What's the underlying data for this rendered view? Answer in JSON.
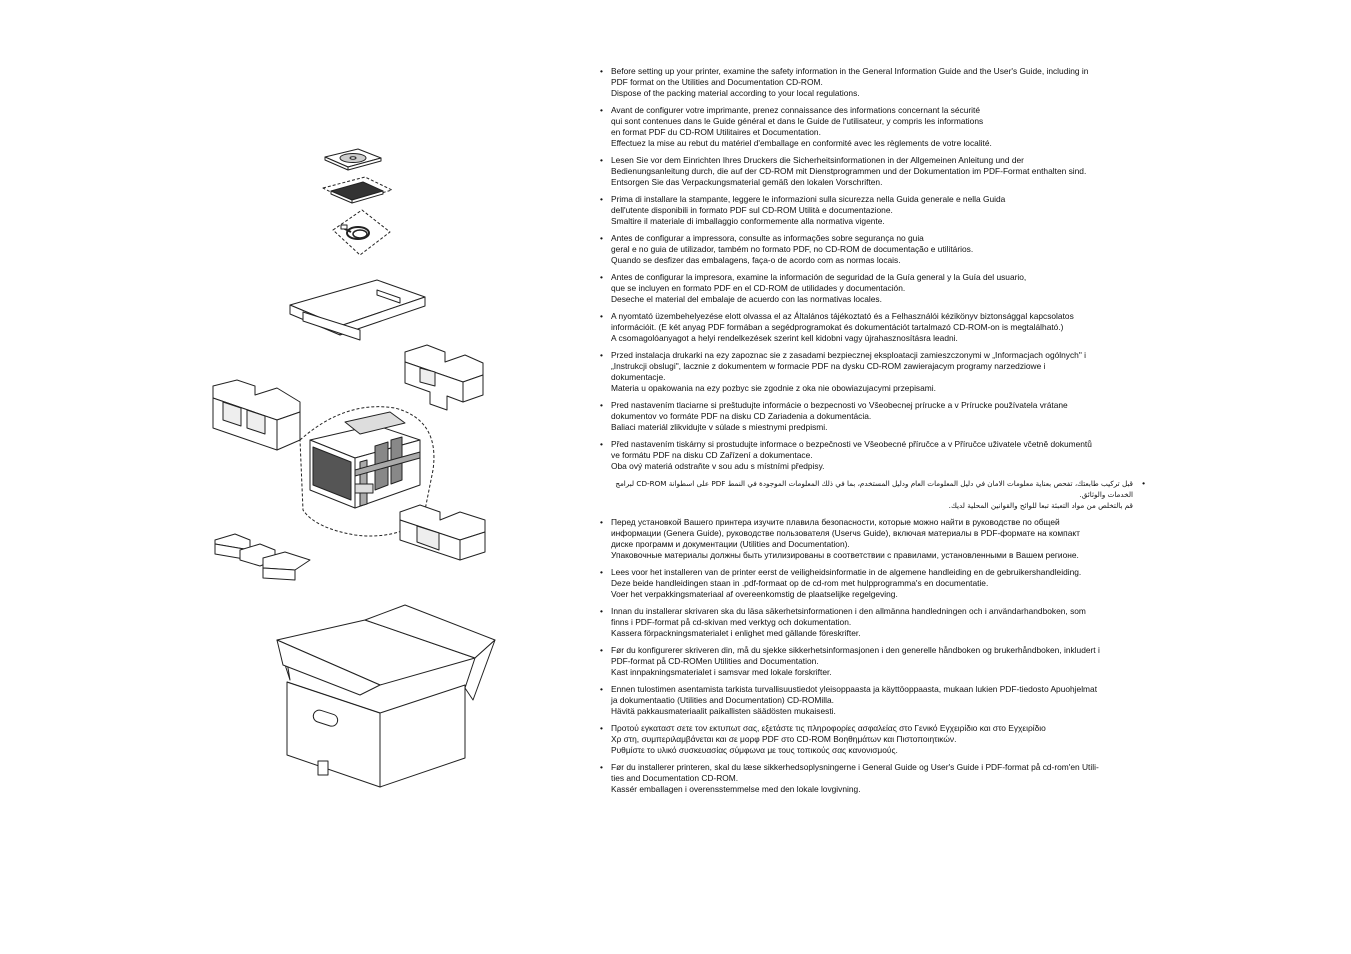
{
  "paragraphs": [
    {
      "lang": "en",
      "lines": [
        "Before setting up your printer, examine the safety information in the General Information Guide and the User's Guide, including in",
        "PDF format on the Utilities and Documentation CD-ROM.",
        "Dispose of the packing material according to your local regulations."
      ]
    },
    {
      "lang": "fr",
      "lines": [
        "Avant de configurer votre imprimante, prenez connaissance des informations concernant la sécurité",
        "qui sont contenues dans le Guide général et dans le Guide de l'utilisateur, y compris les informations",
        "en format PDF du CD-ROM Utilitaires et Documentation.",
        "Effectuez la mise au rebut du matériel d'emballage en conformité avec les règlements de votre localité."
      ]
    },
    {
      "lang": "de",
      "lines": [
        "Lesen Sie vor dem Einrichten Ihres Druckers die Sicherheitsinformationen in der Allgemeinen Anleitung und der",
        "Bedienungsanleitung durch, die auf der CD-ROM mit Dienstprogrammen und der Dokumentation im PDF-Format enthalten sind.",
        "Entsorgen Sie das Verpackungsmaterial gemäß den lokalen Vorschriften."
      ]
    },
    {
      "lang": "it",
      "lines": [
        "Prima di installare la stampante, leggere le informazioni sulla sicurezza nella Guida generale e nella Guida",
        "dell'utente disponibili in formato PDF sul CD-ROM Utilità e documentazione.",
        "Smaltire il materiale di imballaggio conformemente alla normativa vigente."
      ]
    },
    {
      "lang": "pt",
      "lines": [
        "Antes de configurar a impressora, consulte as informações sobre segurança no guia",
        "geral e no guia de utilizador, também no formato PDF, no CD-ROM de documentação e utilitários.",
        "Quando se desfizer das embalagens, faça-o de acordo com as normas locais."
      ]
    },
    {
      "lang": "es",
      "lines": [
        "Antes de configurar la impresora, examine la información de seguridad de la Guía general y la Guía del usuario,",
        "que se incluyen en formato PDF en el CD-ROM de utilidades y documentación.",
        "Deseche el material del embalaje de acuerdo con las normativas locales."
      ]
    },
    {
      "lang": "hu",
      "lines": [
        "A nyomtató üzembehelyezése elott olvassa el az Általános tájékoztató és a Felhasználói kézikönyv biztonsággal kapcsolatos",
        "információit. (E két anyag PDF formában a segédprogramokat és dokumentációt tartalmazó CD-ROM-on is megtalálható.)",
        " A csomagolóanyagot a helyi rendelkezések szerint kell kidobni vagy újrahasznosításra leadni."
      ]
    },
    {
      "lang": "pl",
      "lines": [
        "Przed instalacja drukarki na ezy zapoznac sie z zasadami bezpiecznej eksploatacji zamieszczonymi w „Informacjach ogólnych\" i",
        "„Instrukcji obslugi\", lacznie z dokumentem w formacie PDF na dysku CD-ROM zawierajacym programy narzedziowe i",
        "dokumentacje.",
        "Materia u opakowania na ezy pozbyc sie zgodnie z  oka nie obowiazujacymi przepisami."
      ]
    },
    {
      "lang": "sk",
      "lines": [
        "Pred nastavením tlaciarne si preštudujte informácie o bezpecnosti vo Všeobecnej prírucke a v Prírucke používatela vrátane",
        "dokumentov vo formáte PDF na disku CD Zariadenia a dokumentácia.",
        "Baliaci materiál zlikvidujte v súlade s miestnymi predpismi."
      ]
    },
    {
      "lang": "cs",
      "lines": [
        "Před nastavením tiskárny si prostudujte informace o bezpečnosti ve Všeobecné příručce a v Příručce uživatele včetně dokumentů",
        "ve formátu PDF na disku CD Zařízení a dokumentace.",
        "Oba ový materiá  odstraňte v sou adu s místními předpisy."
      ]
    },
    {
      "lang": "ar",
      "lines": [
        "قبل تركيب طابعتك، تفحص بعناية معلومات الامان في دليل المعلومات العام ودليل المستخدم، بما في ذلك المعلومات الموجودة في النمط PDF على اسطوانة CD-ROM لبرامج",
        "الخدمات والوثائق.",
        "قم بالتخلص من مواد التعبئة تبعا للوائح والقوانين المحلية لديك."
      ]
    },
    {
      "lang": "ru",
      "lines": [
        "Перед установкой Вашего принтера изучите плавила безопасности, которые можно найти в руководстве по общей",
        "информации (Genera  Guide), руководстве пользователя (Userчs Guide), включая материалы в PDF-формате на компакт",
        "диске программ и документации (Utilities and Documentation).",
        "Упаковочные материалы должны быть утилизированы в соответствии с правилами, установленными в Вашем регионе."
      ]
    },
    {
      "lang": "nl",
      "lines": [
        "Lees voor het installeren van de printer eerst de veiligheidsinformatie in de algemene handleiding en de gebruikershandleiding.",
        "Deze beide handleidingen staan in .pdf-formaat op de cd-rom met hulpprogramma's en documentatie.",
        " Voer het verpakkingsmateriaal af overeenkomstig de plaatselijke regelgeving."
      ]
    },
    {
      "lang": "sv",
      "lines": [
        "Innan du installerar skrivaren ska du läsa säkerhetsinformationen i den allmänna handledningen och i användarhandboken, som",
        "finns i PDF-format på cd-skivan med verktyg och dokumentation.",
        "Kassera förpackningsmaterialet i enlighet med gällande föreskrifter."
      ]
    },
    {
      "lang": "no",
      "lines": [
        "Før du konfigurerer skriveren din, må du sjekke sikkerhetsinformasjonen i den generelle håndboken og brukerhåndboken, inkludert i",
        "PDF-format på CD-ROMen Utilities and Documentation.",
        "Kast innpakningsmaterialet i samsvar med lokale forskrifter."
      ]
    },
    {
      "lang": "fi",
      "lines": [
        "Ennen tulostimen asentamista tarkista turvallisuustiedot yleisoppaasta ja käyttöoppaasta, mukaan lukien PDF-tiedosto Apuohjelmat",
        "ja dokumentaatio (Utilities and Documentation) CD-ROMilla.",
        "Hävitä pakkausmateriaalit paikallisten säädösten mukaisesti."
      ]
    },
    {
      "lang": "el",
      "lines": [
        "Προτού εγκαταστ  σετε τον εκτυπωτ   σας, εξετάστε τις πληροφορίες ασφαλείας στο Γενικό Εγχειρίδιο και στο Εγχειρίδιο",
        "Χρ  στη, συμπεριλαμβάνεται και σε μορφ   PDF στο CD-ROM Βοηθημάτων και Πιστοποιητικών.",
        "Ρυθμίστε το υλικό συσκευασίας σύμφωνα με τους τοπικούς σας κανονισμούς."
      ]
    },
    {
      "lang": "da",
      "lines": [
        "Før du installerer printeren, skal du læse sikkerhedsoplysningerne i General Guide og User's Guide i PDF-format på cd-rom'en Utili-",
        "ties and Documentation CD-ROM.",
        "Kassér emballagen i overensstemmelse med den lokale lovgivning."
      ]
    }
  ]
}
